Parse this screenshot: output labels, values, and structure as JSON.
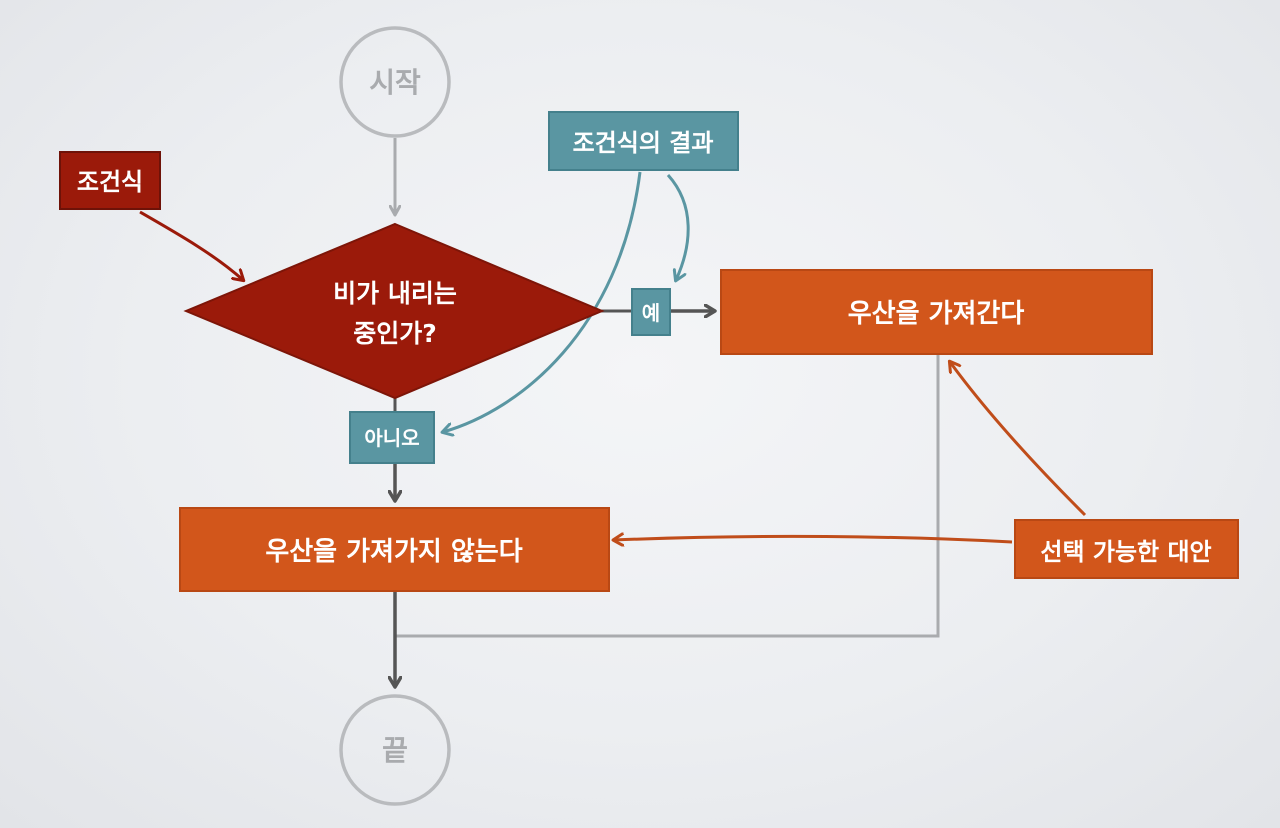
{
  "diagram": {
    "start_label": "시작",
    "end_label": "끝",
    "condition_label": "조건식",
    "result_label": "조건식의 결과",
    "decision_line1": "비가 내리는",
    "decision_line2": "중인가?",
    "yes_label": "예",
    "no_label": "아니오",
    "yes_action": "우산을 가져간다",
    "no_action": "우산을 가져가지 않는다",
    "alternatives_label": "선택 가능한 대안"
  },
  "colors": {
    "dark_red": "#9b1a0a",
    "orange": "#d2561b",
    "teal": "#5a96a2",
    "gray": "#a9abae",
    "arrow_dark": "#555555"
  }
}
